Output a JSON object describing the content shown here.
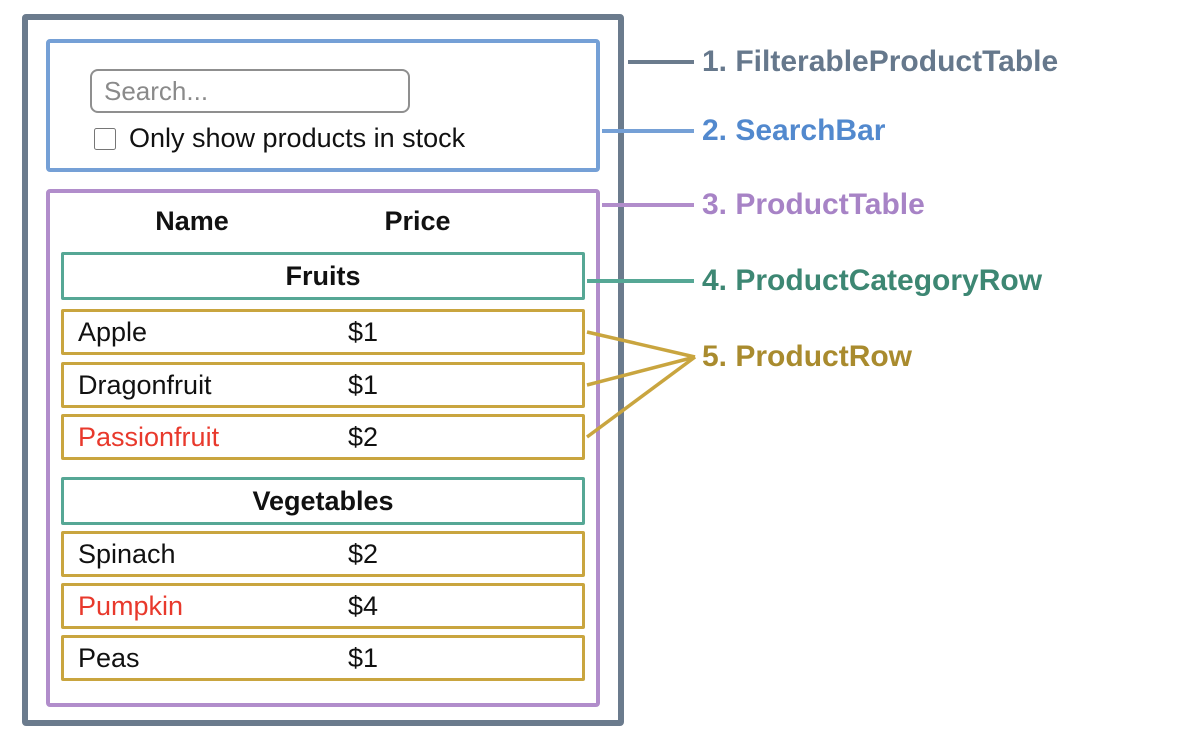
{
  "annotations": [
    {
      "label": "1. FilterableProductTable",
      "color": "#66788c"
    },
    {
      "label": "2. SearchBar",
      "color": "#5289ce"
    },
    {
      "label": "3. ProductTable",
      "color": "#a783c6"
    },
    {
      "label": "4. ProductCategoryRow",
      "color": "#3d8773"
    },
    {
      "label": "5. ProductRow",
      "color": "#a98b2e"
    }
  ],
  "search_bar": {
    "input_placeholder": "Search...",
    "input_value": "",
    "checkbox_label": "Only show products in stock",
    "checkbox_checked": false
  },
  "product_table": {
    "headers": {
      "name": "Name",
      "price": "Price"
    },
    "categories": [
      {
        "label": "Fruits",
        "products": [
          {
            "name": "Apple",
            "price": "$1",
            "in_stock": true
          },
          {
            "name": "Dragonfruit",
            "price": "$1",
            "in_stock": true
          },
          {
            "name": "Passionfruit",
            "price": "$2",
            "in_stock": false
          }
        ]
      },
      {
        "label": "Vegetables",
        "products": [
          {
            "name": "Spinach",
            "price": "$2",
            "in_stock": true
          },
          {
            "name": "Pumpkin",
            "price": "$4",
            "in_stock": false
          },
          {
            "name": "Peas",
            "price": "$1",
            "in_stock": true
          }
        ]
      }
    ]
  },
  "colors": {
    "filterable_product_table": "#6b7b8d",
    "search_bar": "#75a0d6",
    "product_table": "#b18dcb",
    "product_category_row": "#56a795",
    "product_row": "#c9a53f",
    "out_of_stock_text": "#e8392c"
  }
}
